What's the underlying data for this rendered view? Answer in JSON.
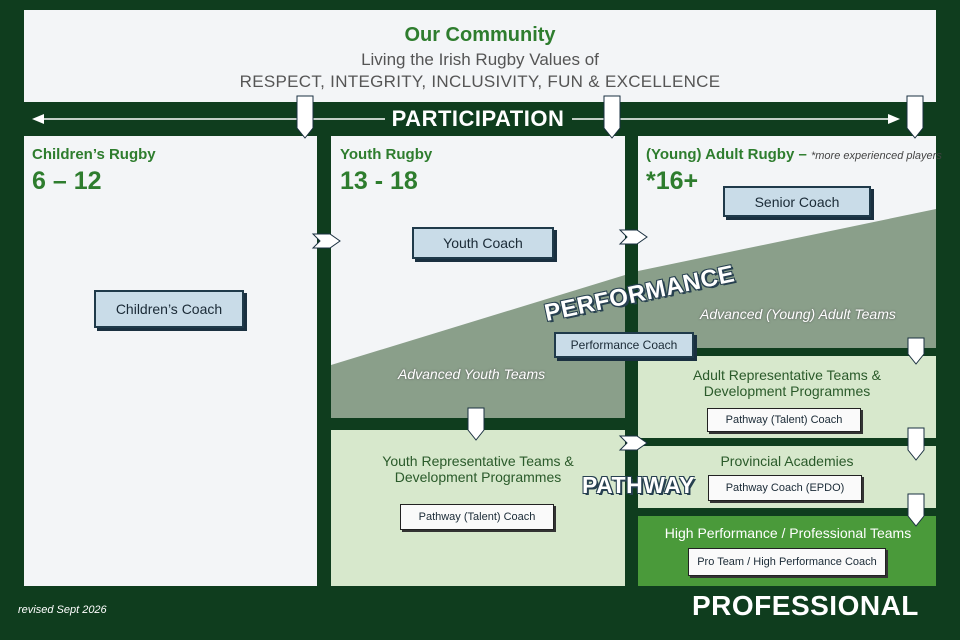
{
  "community": {
    "title": "Our Community",
    "subtitle": "Living the Irish Rugby Values of",
    "values": "RESPECT, INTEGRITY, INCLUSIVITY, FUN & EXCELLENCE"
  },
  "participation_label": "PARTICIPATION",
  "columns": {
    "children": {
      "name": "Children’s Rugby",
      "age": "6 – 12",
      "coach": "Children’s Coach"
    },
    "youth": {
      "name": "Youth Rugby",
      "age": "13 - 18",
      "coach": "Youth Coach"
    },
    "adult": {
      "name": "(Young) Adult Rugby –",
      "note": "*more experienced players",
      "age": "*16+",
      "coach": "Senior Coach"
    }
  },
  "performance": {
    "label": "PERFORMANCE",
    "coach": "Performance Coach",
    "advanced_youth": "Advanced Youth Teams",
    "advanced_adult": "Advanced (Young) Adult Teams"
  },
  "pathway": {
    "label": "PATHWAY",
    "youth_rep_title": "Youth Representative Teams & Development Programmes",
    "youth_rep_coach": "Pathway (Talent) Coach",
    "adult_rep_title": "Adult Representative Teams & Development Programmes",
    "adult_rep_coach": "Pathway (Talent) Coach",
    "academies_title": "Provincial Academies",
    "academies_coach": "Pathway Coach (EPDO)"
  },
  "professional": {
    "title": "High Performance / Professional Teams",
    "coach": "Pro Team / High Performance Coach",
    "label": "PROFESSIONAL"
  },
  "revised": "revised Sept 2026",
  "colors": {
    "background": "#0f3d1e",
    "panel": "#f3f5f7",
    "performance": "#8a9f8a",
    "pathway": "#d7e8cc",
    "professional": "#4a9a3a",
    "accent_text": "#2e7d2e"
  }
}
